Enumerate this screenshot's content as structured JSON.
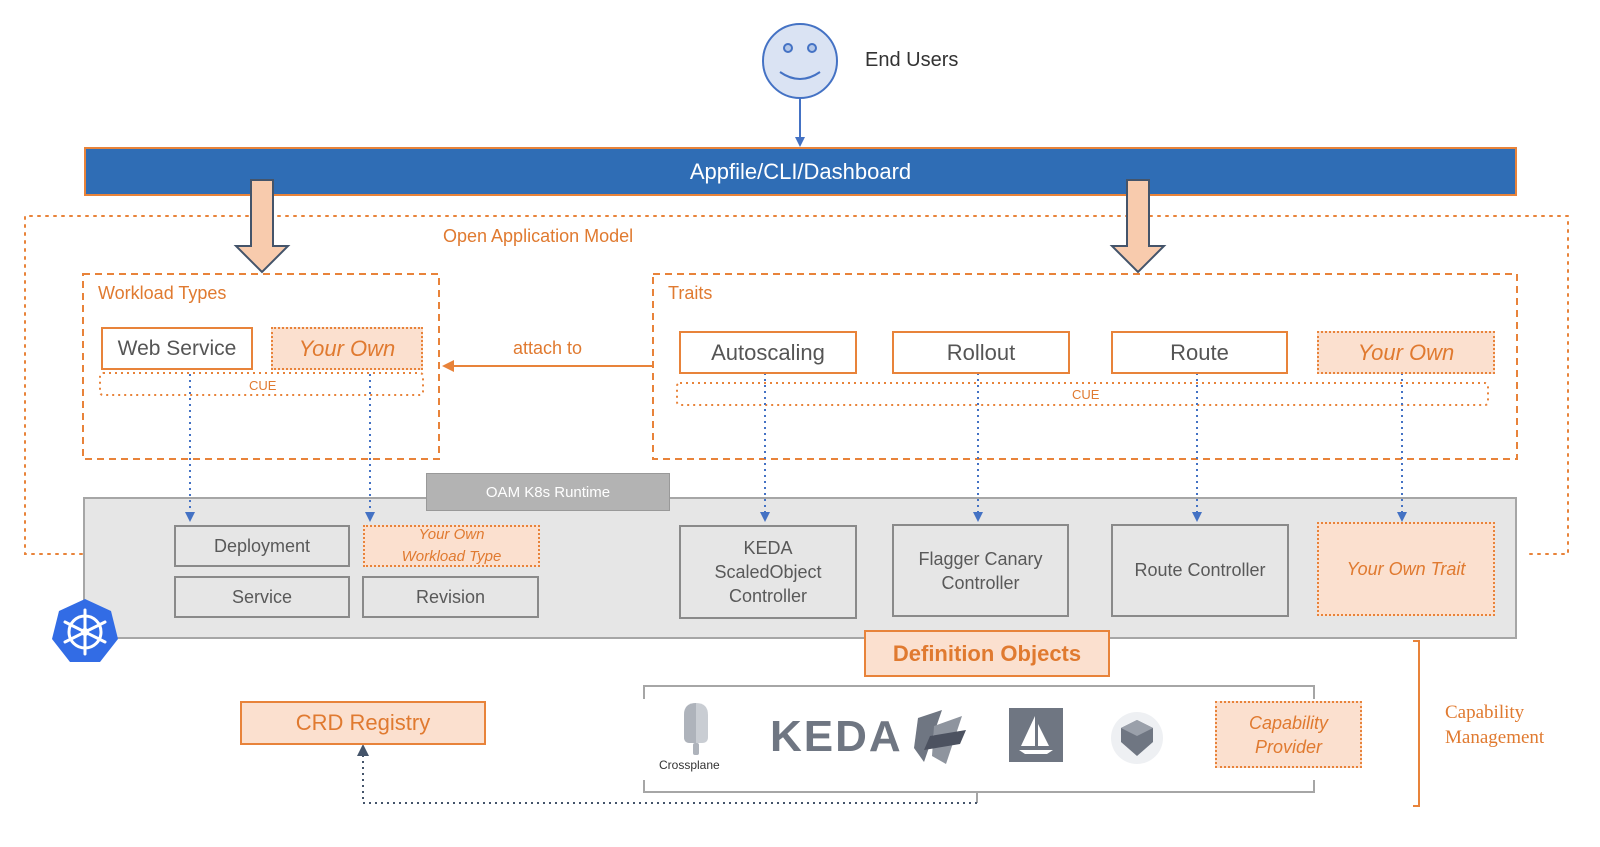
{
  "end_users": {
    "label": "End Users"
  },
  "appfile_bar": {
    "label": "Appfile/CLI/Dashboard"
  },
  "oam": {
    "label": "Open Application Model"
  },
  "workload_types": {
    "title": "Workload Types",
    "items": [
      "Web Service",
      "Your Own"
    ],
    "cue": "CUE"
  },
  "traits": {
    "title": "Traits",
    "items": [
      "Autoscaling",
      "Rollout",
      "Route",
      "Your Own"
    ],
    "cue": "CUE"
  },
  "attach_to": "attach to",
  "runtime": {
    "label": "OAM K8s Runtime",
    "workload_objects": [
      "Deployment",
      "Your Own\nWorkload Type",
      "Service",
      "Revision"
    ],
    "controllers": [
      "KEDA\nScaledObject\nController",
      "Flagger Canary\nController",
      "Route Controller",
      "Your Own Trait"
    ]
  },
  "definition_objects": "Definition Objects",
  "crd_registry": "CRD Registry",
  "providers": {
    "crossplane": "Crossplane",
    "keda": "KEDA",
    "capability_provider": "Capability\nProvider"
  },
  "capability_management": "Capability\nManagement",
  "colors": {
    "blue_bar": "#2f6db5",
    "orange": "#e8833a",
    "peach": "#fbe0cf",
    "gray_panel": "#e6e6e6",
    "arrow_blue": "#4472c4",
    "k8s_blue": "#326ce5"
  }
}
